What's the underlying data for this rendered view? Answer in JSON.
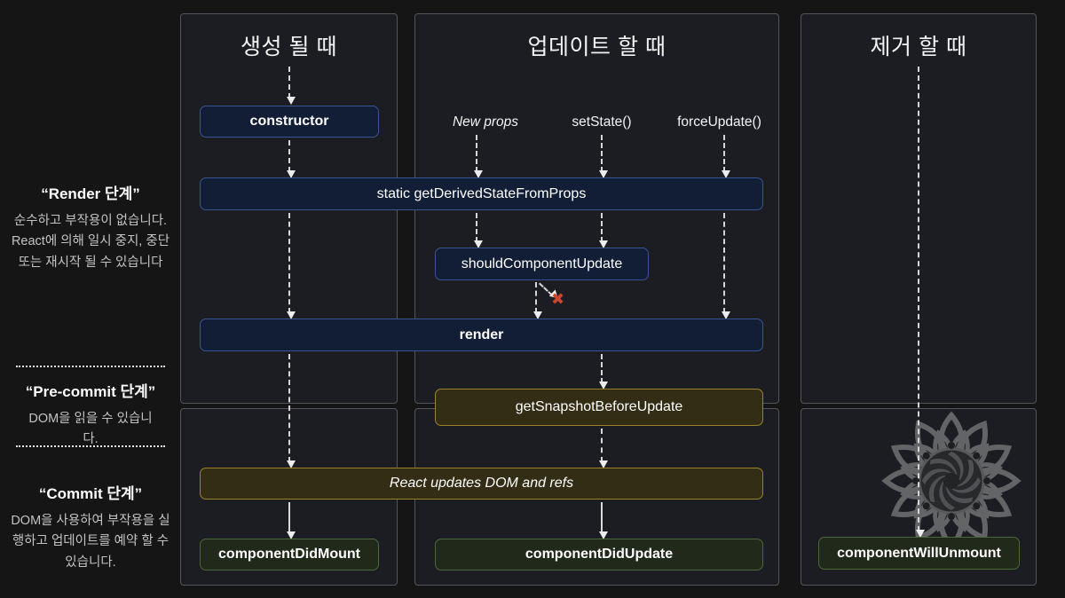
{
  "sidebar": {
    "phases": [
      {
        "title": "“Render 단계”",
        "body": "순수하고 부작용이 없습니다. React에 의해 일시 중지, 중단 또는 재시작 될 수 있습니다"
      },
      {
        "title": "“Pre-commit 단계”",
        "body": "DOM을 읽을 수 있습니다."
      },
      {
        "title": "“Commit 단계”",
        "body": "DOM을 사용하여 부작용을 실행하고 업데이트를 예약 할 수 있습니다."
      }
    ]
  },
  "columns": {
    "create": {
      "header": "생성 될 때"
    },
    "update": {
      "header": "업데이트 할 때",
      "triggers": [
        "New props",
        "setState()",
        "forceUpdate()"
      ]
    },
    "unmount": {
      "header": "제거 할 때"
    }
  },
  "boxes": {
    "constructor": "constructor",
    "getDerivedStateFromProps": "static getDerivedStateFromProps",
    "shouldComponentUpdate": "shouldComponentUpdate",
    "render": "render",
    "getSnapshotBeforeUpdate": "getSnapshotBeforeUpdate",
    "reactUpdates": "React updates DOM and refs",
    "componentDidMount": "componentDidMount",
    "componentDidUpdate": "componentDidUpdate",
    "componentWillUnmount": "componentWillUnmount"
  },
  "icons": {
    "cancel": "✖"
  },
  "colors": {
    "background": "#151515",
    "panel": "#1b1d23",
    "panel_border": "#53555b",
    "box_blue_bg": "#121d36",
    "box_blue_border": "#3a5494",
    "box_olive_bg": "#342d15",
    "box_olive_border": "#9b832a",
    "box_green_bg": "#212a1a",
    "box_green_border": "#4d673c",
    "cancel_red": "#cb4630",
    "arrow": "#d6d6d6"
  }
}
